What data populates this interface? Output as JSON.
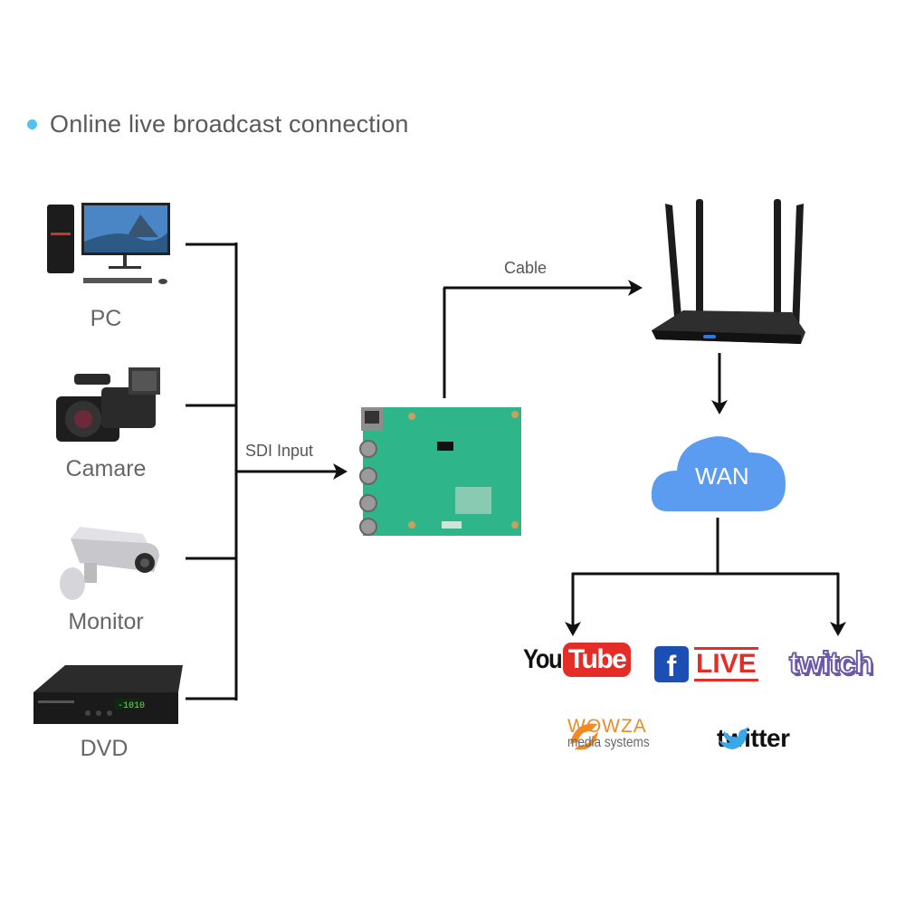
{
  "title": "Online live broadcast connection",
  "colors": {
    "bullet": "#4fc3f0",
    "cloud": "#5b9cf0",
    "pcb": "#2fb58a",
    "youtube_red": "#e52d27",
    "facebook_blue": "#1c4fb3",
    "twitch_purple": "#6b5aa6",
    "wowza_orange": "#f08a24",
    "twitter_blue": "#3aa8e8"
  },
  "sources": [
    {
      "label": "PC",
      "icon": "pc-icon"
    },
    {
      "label": "Camare",
      "icon": "camcorder-icon"
    },
    {
      "label": "Monitor",
      "icon": "security-camera-icon"
    },
    {
      "label": "DVD",
      "icon": "set-top-box-icon"
    }
  ],
  "connections": {
    "sdi_input": "SDI Input",
    "cable": "Cable"
  },
  "encoder": {
    "icon": "encoder-board-icon"
  },
  "router": {
    "icon": "router-icon"
  },
  "cloud": {
    "label": "WAN"
  },
  "platforms": {
    "youtube": {
      "you": "You",
      "tube": "Tube"
    },
    "facebook": {
      "f": "f",
      "live": "LIVE"
    },
    "twitch": {
      "label": "twitch"
    },
    "wowza": {
      "name": "WOWZA",
      "sub": "media systems"
    },
    "twitter": {
      "label": "twitter"
    }
  }
}
